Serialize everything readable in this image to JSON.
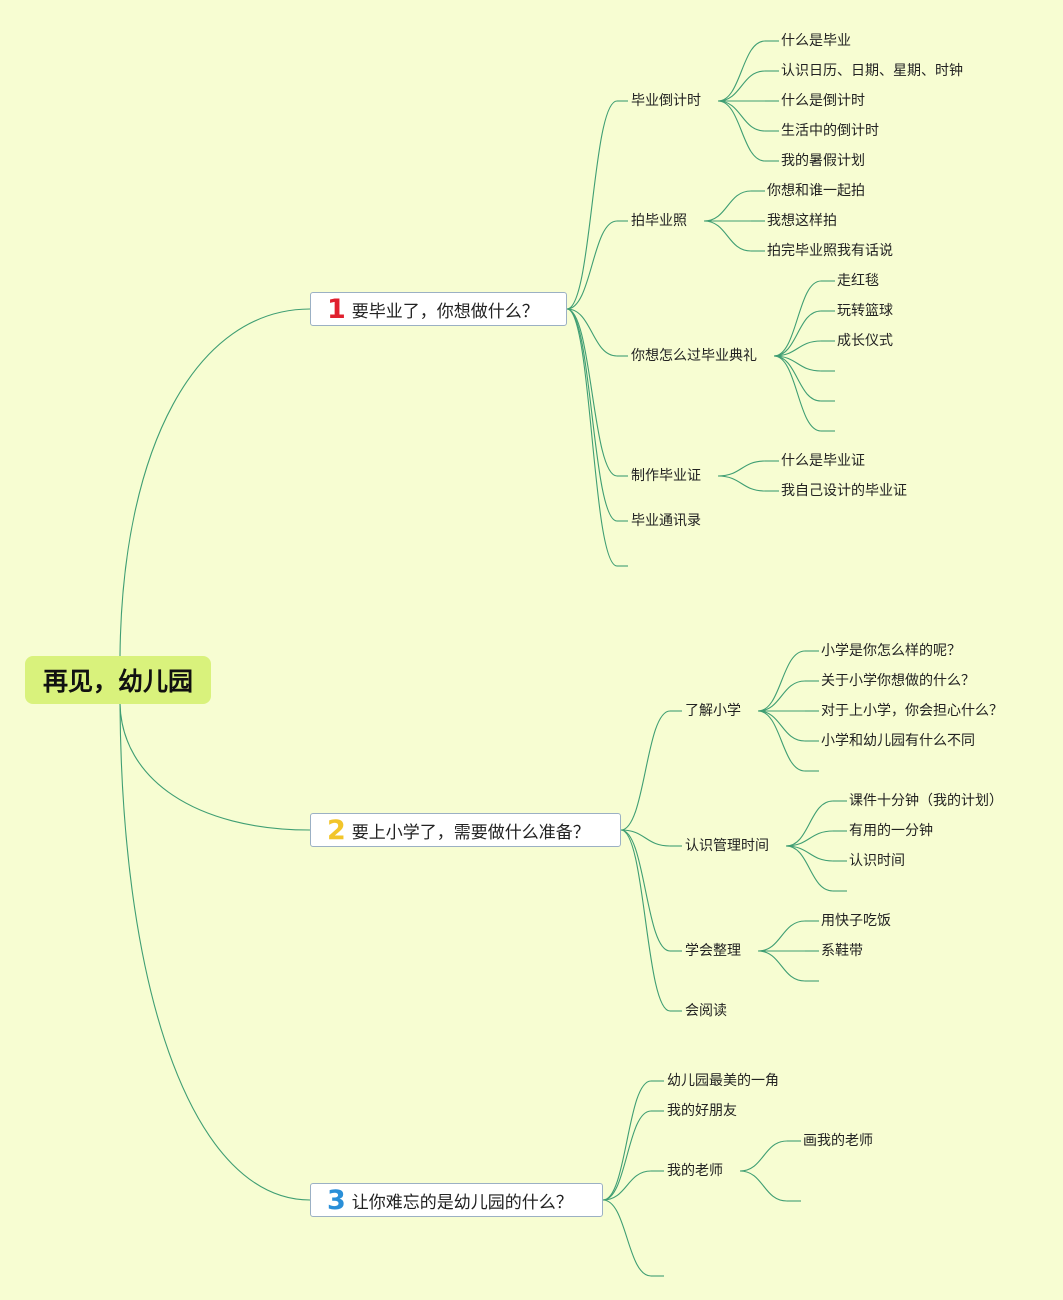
{
  "root": {
    "label": "再见，幼儿园"
  },
  "colors": {
    "background": "#f7fdd2",
    "root_fill": "#d9f27c",
    "line": "#3f9e73",
    "branch_border": "#9bb0c4",
    "num1": "#e0202e",
    "num2": "#f2c52a",
    "num3": "#2a8fd8"
  },
  "branches": [
    {
      "number": "1",
      "label": "要毕业了，你想做什么？",
      "topics": [
        {
          "label": "毕业倒计时",
          "children": [
            "什么是毕业",
            "认识日历、日期、星期、时钟",
            "什么是倒计时",
            "生活中的倒计时",
            "我的暑假计划"
          ]
        },
        {
          "label": "拍毕业照",
          "children": [
            "你想和谁一起拍",
            "我想这样拍",
            "拍完毕业照我有话说"
          ]
        },
        {
          "label": "你想怎么过毕业典礼",
          "children": [
            "走红毯",
            "玩转篮球",
            "成长仪式",
            "",
            ""
          ]
        },
        {
          "label": "制作毕业证",
          "children": [
            "什么是毕业证",
            "我自己设计的毕业证"
          ]
        },
        {
          "label": "毕业通讯录",
          "children": []
        },
        {
          "label": "",
          "children": []
        }
      ]
    },
    {
      "number": "2",
      "label": "要上小学了，需要做什么准备？",
      "topics": [
        {
          "label": "了解小学",
          "children": [
            "小学是你怎么样的呢？",
            "关于小学你想做的什么？",
            "对于上小学，你会担心什么？",
            "小学和幼儿园有什么不同",
            ""
          ]
        },
        {
          "label": "认识管理时间",
          "children": [
            "课件十分钟（我的计划）",
            "有用的一分钟",
            "认识时间",
            ""
          ]
        },
        {
          "label": "学会整理",
          "children": [
            "用快子吃饭",
            "系鞋带",
            ""
          ]
        },
        {
          "label": "会阅读",
          "children": []
        }
      ]
    },
    {
      "number": "3",
      "label": "让你难忘的是幼儿园的什么？",
      "topics": [
        {
          "label": "幼儿园最美的一角",
          "children": []
        },
        {
          "label": "我的好朋友",
          "children": []
        },
        {
          "label": "我的老师",
          "children": [
            "画我的老师",
            ""
          ]
        },
        {
          "label": "",
          "children": []
        }
      ]
    }
  ]
}
